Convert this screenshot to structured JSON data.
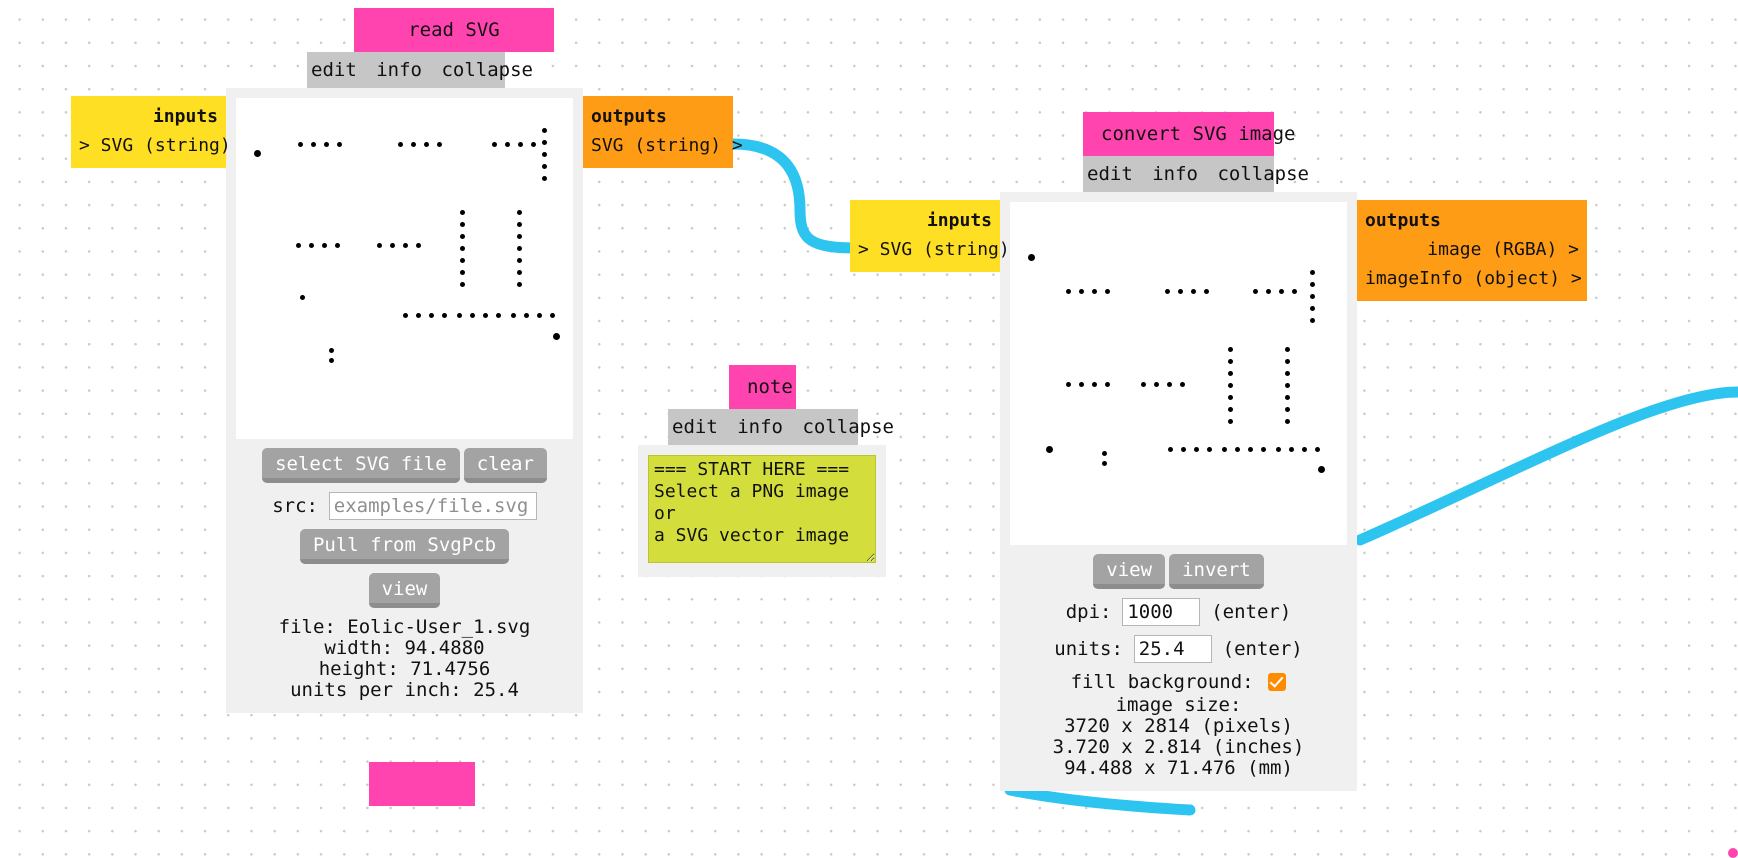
{
  "canvas": {
    "background": "#ffffff",
    "dot_color": "#c9c9c9",
    "wire_color": "#2ec4f0"
  },
  "nodes": [
    {
      "id": "read-svg",
      "title": "read SVG",
      "menu": [
        "edit",
        "info",
        "collapse"
      ],
      "inputs": {
        "title": "inputs",
        "rows": [
          "> SVG (string)"
        ]
      },
      "outputs": {
        "title": "outputs",
        "rows": [
          "SVG (string) >"
        ]
      },
      "buttons": {
        "select": "select SVG file",
        "clear": "clear",
        "pull": "Pull from SvgPcb",
        "view": "view"
      },
      "src_label": "src:",
      "src_value": "",
      "src_placeholder": "examples/file.svg",
      "info": [
        "file: Eolic-User_1.svg",
        "width: 94.4880",
        "height: 71.4756",
        "units per inch: 25.4"
      ]
    },
    {
      "id": "note",
      "title": "note",
      "menu": [
        "edit",
        "info",
        "collapse"
      ],
      "text": "=== START HERE ===\nSelect a PNG image or\na SVG vector image"
    },
    {
      "id": "convert-svg-image",
      "title": "convert SVG image",
      "menu": [
        "edit",
        "info",
        "collapse"
      ],
      "inputs": {
        "title": "inputs",
        "rows": [
          "> SVG (string)"
        ]
      },
      "outputs": {
        "title": "outputs",
        "rows": [
          "image (RGBA) >",
          "imageInfo (object) >"
        ]
      },
      "buttons": {
        "view": "view",
        "invert": "invert"
      },
      "fields": [
        {
          "label": "dpi:",
          "value": "1000",
          "hint": "(enter)"
        },
        {
          "label": "units:",
          "value": "25.4",
          "hint": "(enter)"
        }
      ],
      "fill_background": {
        "label": "fill background:",
        "checked": true
      },
      "info": [
        "image size:",
        "3720 x 2814 (pixels)",
        "3.720 x 2.814 (inches)",
        "94.488 x 71.476 (mm)"
      ]
    },
    {
      "id": "partial-bottom",
      "title": ""
    }
  ]
}
